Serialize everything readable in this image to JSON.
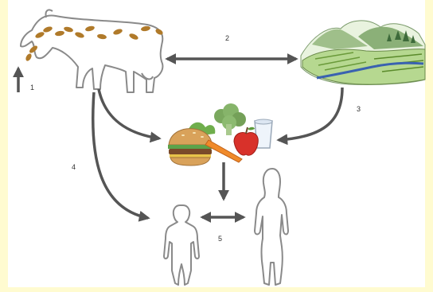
{
  "labels": {
    "n1": "1",
    "n2": "2",
    "n3": "3",
    "n4": "4",
    "n5": "5"
  },
  "colors": {
    "arrow": "#555555",
    "outline": "#8a8a8a",
    "spot": "#b07a2a",
    "background": "#fffde0"
  },
  "icons": [
    "cow-icon",
    "farmland-icon",
    "food-icon",
    "child-icon",
    "woman-icon"
  ]
}
